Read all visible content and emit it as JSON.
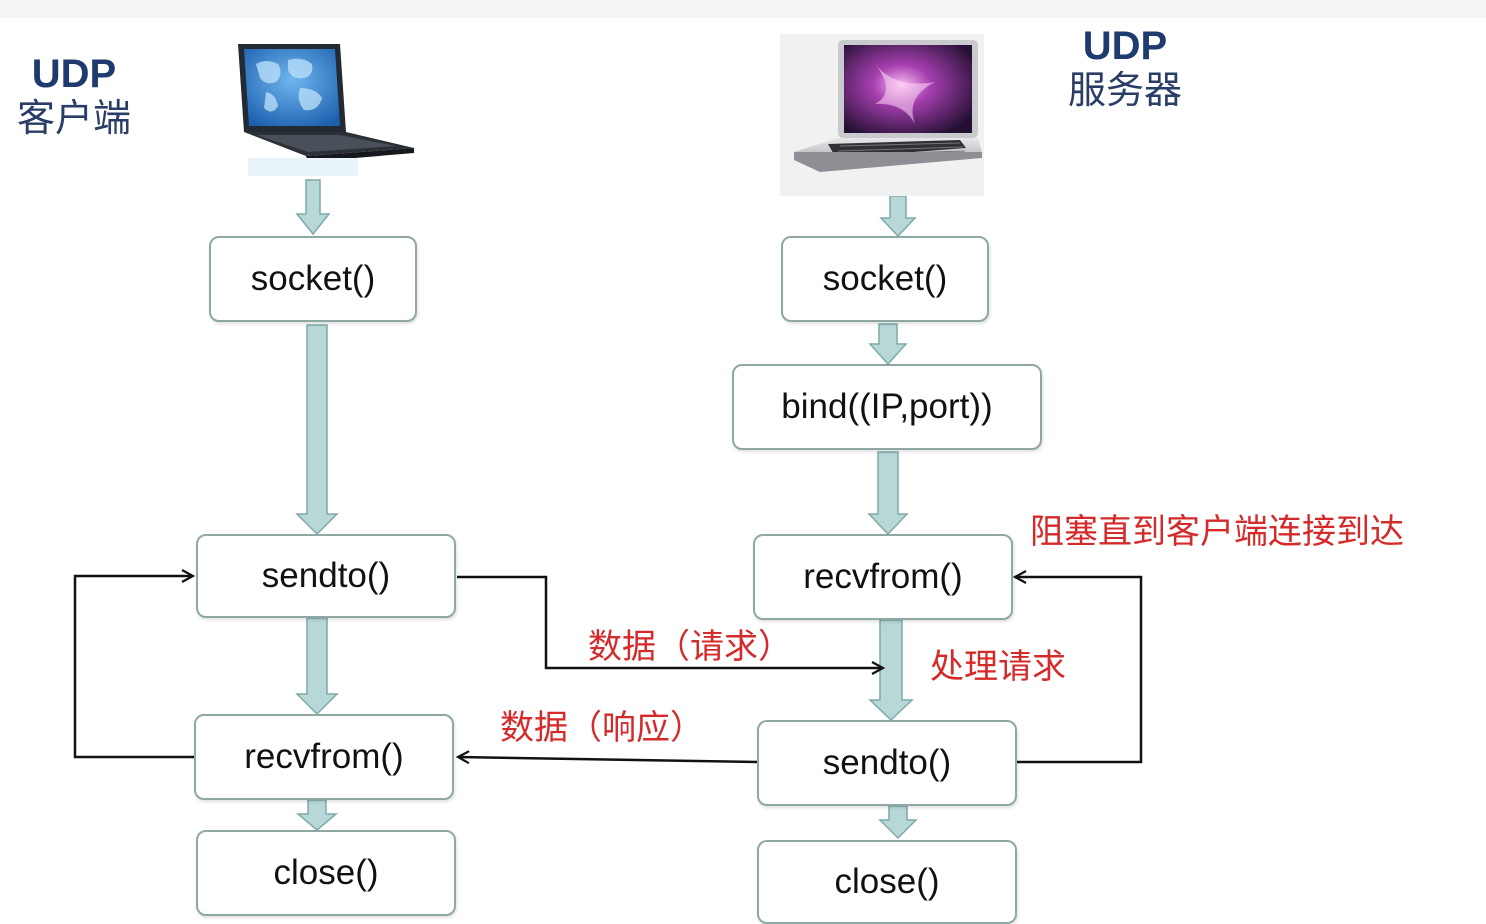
{
  "client": {
    "title_en": "UDP",
    "title_zh": "客户端",
    "boxes": {
      "socket": "socket()",
      "sendto": "sendto()",
      "recvfrom": "recvfrom()",
      "close": "close()"
    }
  },
  "server": {
    "title_en": "UDP",
    "title_zh": "服务器",
    "boxes": {
      "socket": "socket()",
      "bind": "bind((IP,port))",
      "recvfrom": "recvfrom()",
      "sendto": "sendto()",
      "close": "close()"
    }
  },
  "annotations": {
    "data_request": "数据（请求）",
    "data_response": "数据（响应）",
    "process_request": "处理请求",
    "block_until": "阻塞直到客户端连接到达"
  },
  "colors": {
    "flow_arrow": "#b8d8d8",
    "flow_arrow_border": "#7fa9a9",
    "box_border": "#8fa8a4",
    "annotation": "#d42a2a",
    "title": "#1f3a6e"
  }
}
